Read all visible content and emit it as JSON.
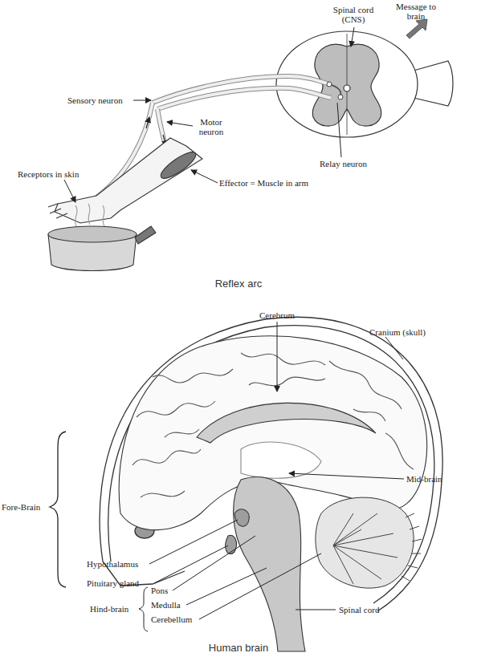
{
  "diagram": {
    "labels": [
      "Spinal cord (CNS)",
      "Message to brain",
      "Sensory neuron",
      "Motor neuron",
      "Relay neuron",
      "Receptors in skin",
      "Effector = Muscle in arm",
      "Reflex arc",
      "Cerebrum",
      "Cranium (skull)",
      "Mid-brain",
      "Fore-Brain",
      "Hypothalamus",
      "Pituitary gland",
      "Hind-brain",
      "Pons",
      "Medulla",
      "Cerebellum",
      "Spinal cord",
      "Human brain"
    ]
  }
}
